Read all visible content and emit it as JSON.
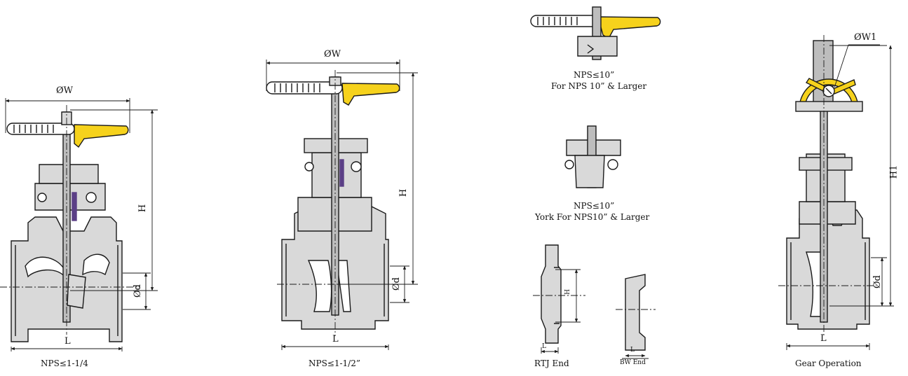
{
  "colors": {
    "handwheel": "#f6d21c",
    "body": "#d9d9d9",
    "outline": "#1a1a1a",
    "packing": "#5b3f86"
  },
  "fig1": {
    "dim_w": "ØW",
    "dim_h": "H",
    "dim_d": "Ød",
    "dim_l": "L",
    "caption": "NPS≤1-1/4"
  },
  "fig2": {
    "dim_w": "ØW",
    "dim_h": "H",
    "dim_d": "Ød",
    "dim_l": "L",
    "caption": "NPS≤1-1/2”"
  },
  "fig3": {
    "caption_line1": "NPS≤10”",
    "caption_line2": "For NPS 10” & Larger"
  },
  "fig4": {
    "caption_line1": "NPS≤10”",
    "caption_line2": "York For NPS10” & Larger"
  },
  "fig5": {
    "dim_h": "H",
    "dim_l": "L",
    "caption": "RTJ End"
  },
  "fig6": {
    "dim_l": "L",
    "caption": "BW End"
  },
  "fig7": {
    "dim_w1": "ØW1",
    "dim_h1": "H1",
    "dim_d": "Ød",
    "dim_l": "L",
    "caption": "Gear Operation"
  }
}
